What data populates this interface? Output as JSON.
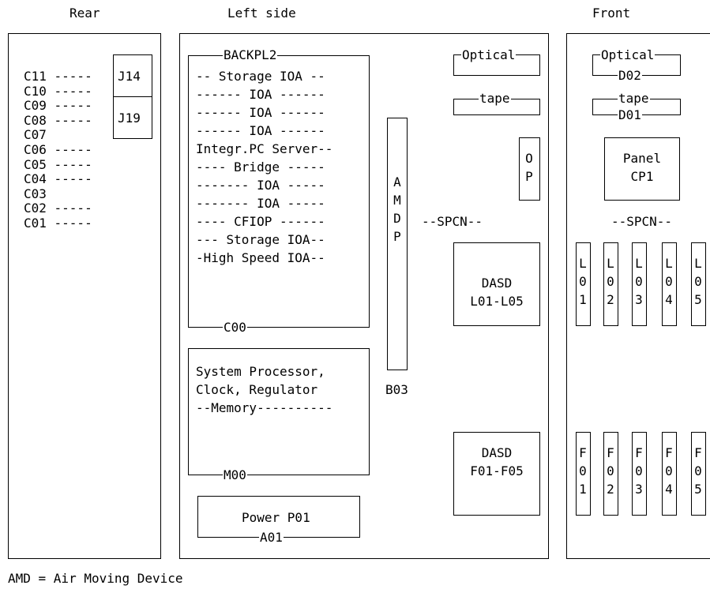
{
  "headers": {
    "rear": "Rear",
    "left": "Left side",
    "front": "Front"
  },
  "rear": {
    "slots": [
      "C11 -----",
      "C10 -----",
      "C09 -----",
      "C08 -----",
      "C07",
      "C06 -----",
      "C05 -----",
      "C04 -----",
      "C03",
      "C02 -----",
      "C01 -----"
    ],
    "j14": "J14",
    "j19": "J19"
  },
  "left": {
    "backplane_label": "BACKPL2",
    "backplane_bottom": "C00",
    "cards": [
      "-- Storage IOA --",
      "------ IOA ------",
      "------ IOA ------",
      "------ IOA ------",
      "Integr.PC Server--",
      "---- Bridge -----",
      "------- IOA -----",
      "------- IOA -----",
      "---- CFIOP ------",
      "--- Storage IOA--",
      "-High Speed IOA--"
    ],
    "proc_lines": [
      "System Processor,",
      "Clock, Regulator",
      "--Memory----------"
    ],
    "proc_bottom": "M00",
    "power": "Power P01",
    "power_bottom": "A01",
    "amd": [
      "A",
      "M",
      "D",
      "P"
    ],
    "amd_label": "B03",
    "optical": "Optical",
    "tape": "tape",
    "op": [
      "O",
      "P"
    ],
    "spcn": "--SPCN--",
    "dasd_l": [
      "DASD",
      "L01-L05"
    ],
    "dasd_f": [
      "DASD",
      "F01-F05"
    ]
  },
  "front": {
    "optical": "Optical",
    "optical_code": "D02",
    "tape": "tape",
    "tape_code": "D01",
    "panel": [
      "Panel",
      "CP1"
    ],
    "spcn": "--SPCN--",
    "l_slots": [
      [
        "L",
        "0",
        "1"
      ],
      [
        "L",
        "0",
        "2"
      ],
      [
        "L",
        "0",
        "3"
      ],
      [
        "L",
        "0",
        "4"
      ],
      [
        "L",
        "0",
        "5"
      ]
    ],
    "f_slots": [
      [
        "F",
        "0",
        "1"
      ],
      [
        "F",
        "0",
        "2"
      ],
      [
        "F",
        "0",
        "3"
      ],
      [
        "F",
        "0",
        "4"
      ],
      [
        "F",
        "0",
        "5"
      ]
    ]
  },
  "footer": "AMD = Air Moving Device"
}
